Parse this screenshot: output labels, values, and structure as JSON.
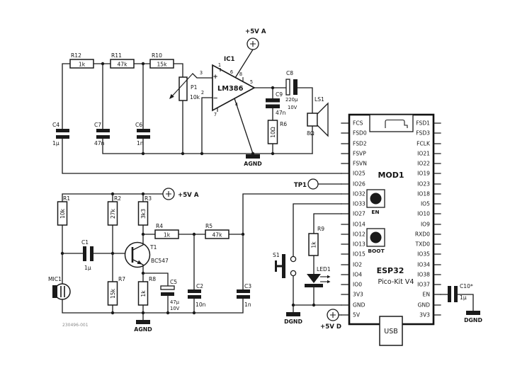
{
  "doc_number": "230496-001",
  "power": {
    "v5a_top": "+5V A",
    "v5a_mic": "+5V A",
    "v5d": "+5V D",
    "agnd_amp": "AGND",
    "agnd_mic": "AGND",
    "dgnd_s1": "DGND",
    "dgnd_c10": "DGND"
  },
  "amp": {
    "ic1": {
      "ref": "IC1",
      "part": "LM386",
      "plus": "+",
      "minus": "−",
      "p1": "1",
      "p2": "2",
      "p3": "3",
      "p4": "4",
      "p5": "5",
      "p6": "6",
      "p7": "7",
      "p8": "8"
    },
    "r12": {
      "ref": "R12",
      "value": "1k"
    },
    "r11": {
      "ref": "R11",
      "value": "47k"
    },
    "r10": {
      "ref": "R10",
      "value": "15k"
    },
    "p1": {
      "ref": "P1",
      "value": "10k"
    },
    "c4": {
      "ref": "C4",
      "value": "1µ"
    },
    "c7": {
      "ref": "C7",
      "value": "47n"
    },
    "c6": {
      "ref": "C6",
      "value": "1n"
    },
    "c9": {
      "ref": "C9",
      "value": "47n"
    },
    "c8": {
      "ref": "C8",
      "value": "220µ",
      "voltage": "10V"
    },
    "r6": {
      "ref": "R6",
      "value": "10Ω"
    },
    "ls1": {
      "ref": "LS1",
      "value": "8Ω"
    }
  },
  "mic": {
    "mic1": {
      "ref": "MIC1"
    },
    "r1": {
      "ref": "R1",
      "value": "10k"
    },
    "r2": {
      "ref": "R2",
      "value": "27k"
    },
    "r3": {
      "ref": "R3",
      "value": "3k3"
    },
    "r7": {
      "ref": "R7",
      "value": "15k"
    },
    "r8": {
      "ref": "R8",
      "value": "1k"
    },
    "r4": {
      "ref": "R4",
      "value": "1k"
    },
    "r5": {
      "ref": "R5",
      "value": "47k"
    },
    "c1": {
      "ref": "C1",
      "value": "1µ"
    },
    "c5": {
      "ref": "C5",
      "value": "47µ",
      "voltage": "10V"
    },
    "c2": {
      "ref": "C2",
      "value": "10n"
    },
    "c3": {
      "ref": "C3",
      "value": "1n"
    },
    "t1": {
      "ref": "T1",
      "part": "BC547"
    }
  },
  "digital": {
    "tp1": {
      "ref": "TP1"
    },
    "s1": {
      "ref": "S1"
    },
    "r9": {
      "ref": "R9",
      "value": "1k"
    },
    "led1": {
      "ref": "LED1"
    },
    "c10": {
      "ref": "C10*",
      "value": "1µ"
    }
  },
  "module": {
    "ref": "MOD1",
    "name_line1": "ESP32",
    "name_line2": "Pico-Kit V4",
    "en_button": "EN",
    "boot_button": "BOOT",
    "usb": "USB",
    "left_pins": [
      "FCS",
      "FSD0",
      "FSD2",
      "FSVP",
      "FSVN",
      "IO25",
      "IO26",
      "IO32",
      "IO33",
      "IO27",
      "IO14",
      "IO12",
      "IO13",
      "IO15",
      "IO2",
      "IO4",
      "IO0",
      "3V3",
      "GND",
      "5V"
    ],
    "right_pins": [
      "FSD1",
      "FSD3",
      "FCLK",
      "IO21",
      "IO22",
      "IO19",
      "IO23",
      "IO18",
      "IO5",
      "IO10",
      "IO9",
      "RXD0",
      "TXD0",
      "IO35",
      "IO34",
      "IO38",
      "IO37",
      "EN",
      "GND",
      "3V3"
    ]
  }
}
